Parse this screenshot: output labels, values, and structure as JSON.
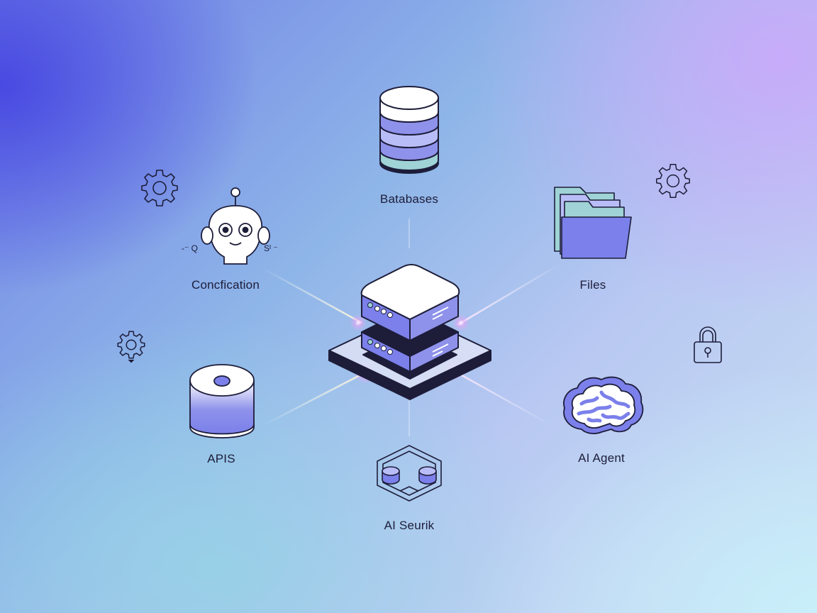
{
  "nodes": {
    "databases": {
      "label": "Batabases"
    },
    "configuration": {
      "label": "Concfication"
    },
    "files": {
      "label": "Files"
    },
    "apis": {
      "label": "APIS"
    },
    "ai_agent": {
      "label": "AI Agent"
    },
    "ai_service": {
      "label": "AI Seurik"
    }
  },
  "robot_side_marks": {
    "left": "-⁻ Q",
    "right": "Sᴵ ⁻"
  },
  "colors": {
    "accent": "#7b80ea",
    "accent_light": "#b9bdf7",
    "teal": "#9fd3d6",
    "outline": "#1d1d3a",
    "white": "#ffffff"
  },
  "icons": [
    "database-icon",
    "robot-icon",
    "folder-icon",
    "server-icon",
    "api-cylinder-icon",
    "brain-icon",
    "chip-icon",
    "gear-icon",
    "lock-icon"
  ]
}
